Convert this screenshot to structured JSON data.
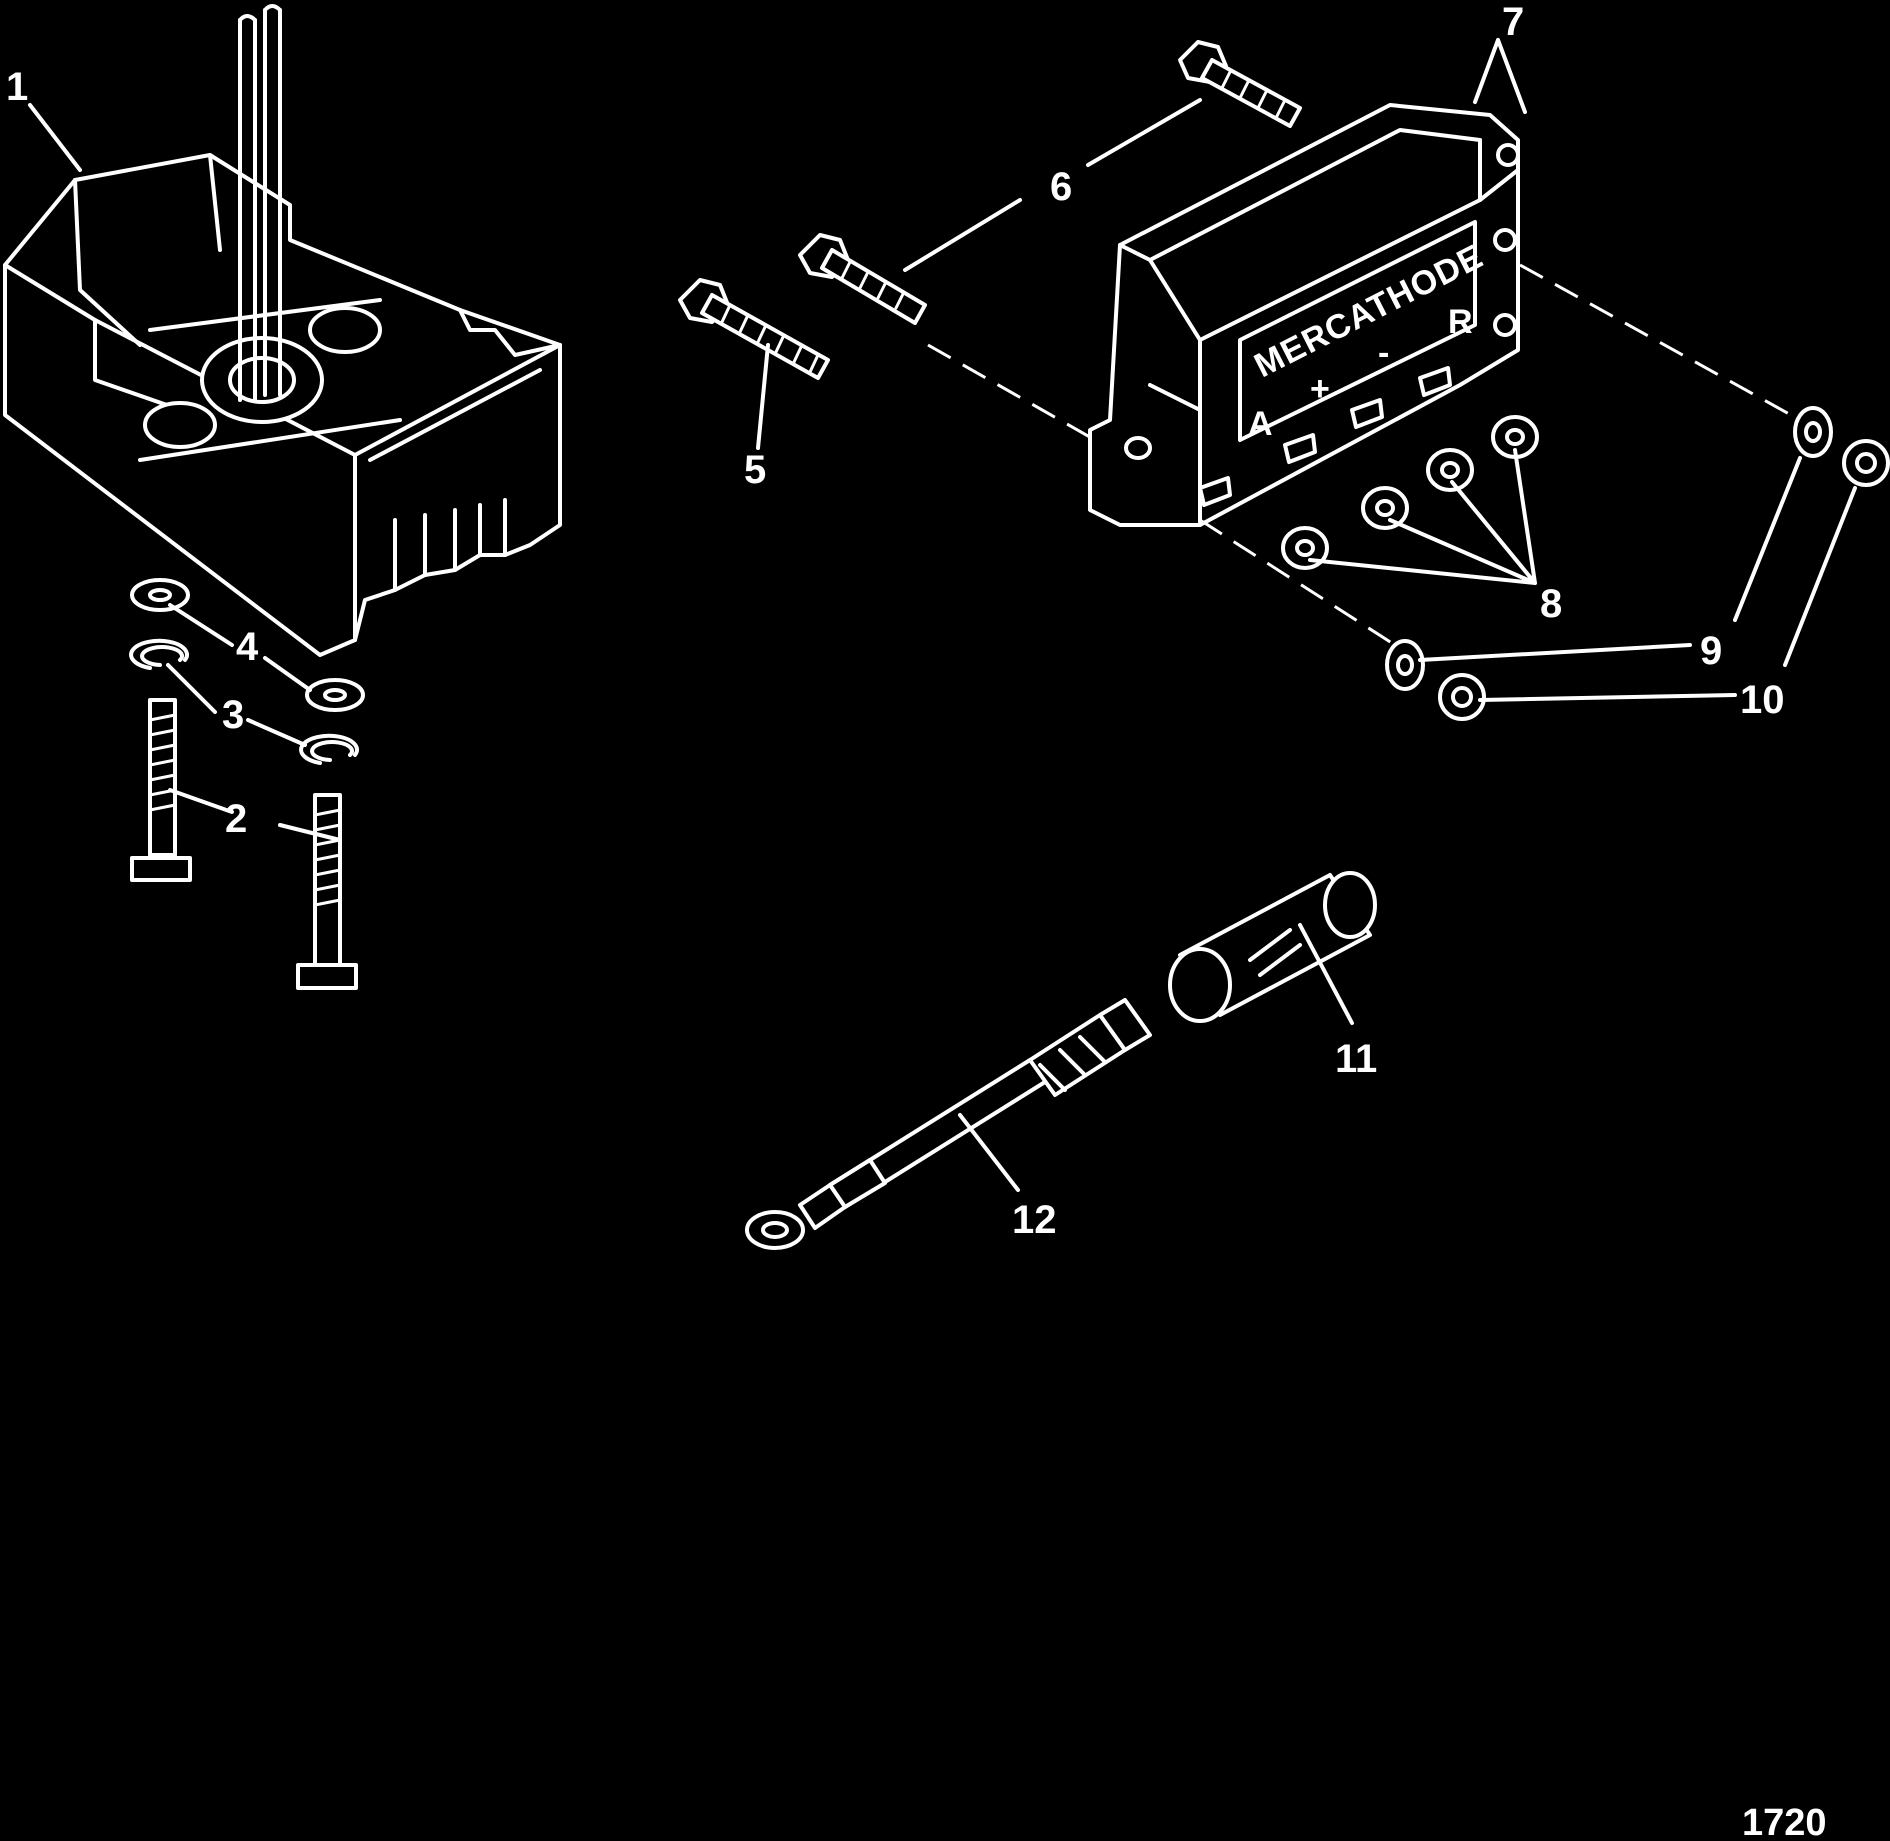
{
  "callouts": [
    "1",
    "2",
    "3",
    "4",
    "5",
    "6",
    "7",
    "8",
    "9",
    "10",
    "11",
    "12"
  ],
  "unit_markings": {
    "brand": "MERCATHODE",
    "terminal_a": "A",
    "terminal_plus": "+",
    "terminal_minus": "-",
    "terminal_r": "R"
  },
  "figure_number": "1720",
  "colors": {
    "background": "#000000",
    "line": "#ffffff"
  }
}
